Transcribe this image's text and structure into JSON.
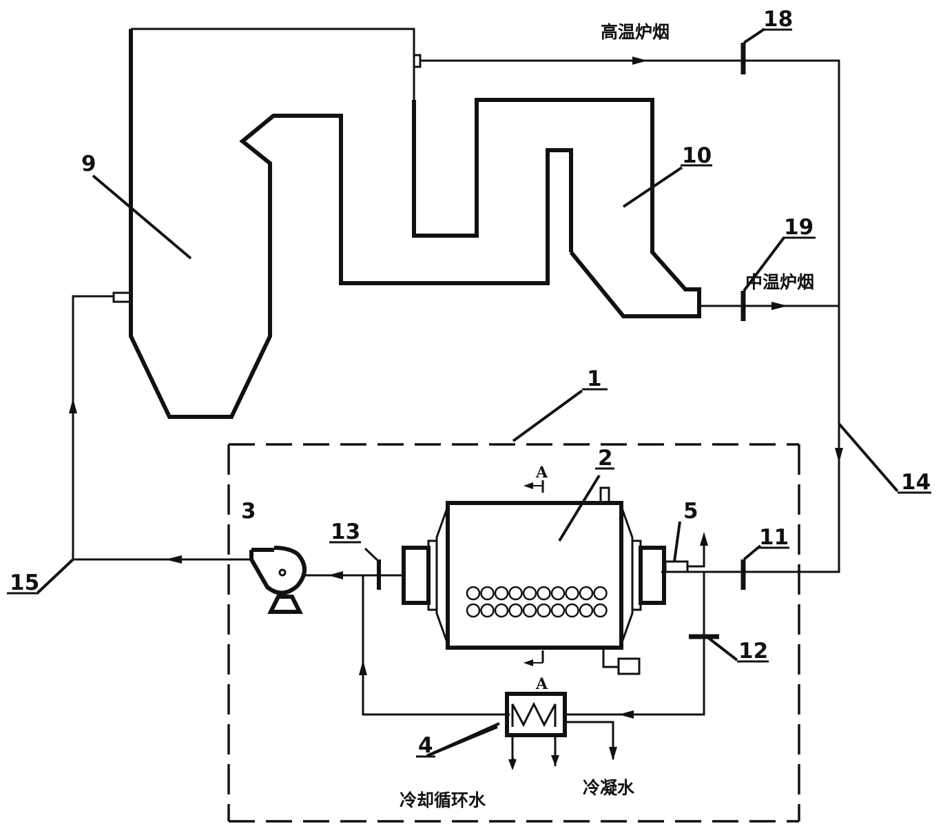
{
  "labels": {
    "boiler": "9",
    "flue": "10",
    "system": "1",
    "dryer": "2",
    "fan": "3",
    "condenser": "4",
    "part5": "5",
    "valve11": "11",
    "valve12": "12",
    "valve13": "13",
    "pipe14": "14",
    "pipe15": "15",
    "valve18": "18",
    "valve19": "19"
  },
  "text": {
    "high_temp_flue_gas": "高温炉烟",
    "mid_temp_flue_gas": "中温炉烟",
    "cooling_circ_water": "冷却循环水",
    "condensate_water": "冷凝水",
    "section_mark": "A"
  }
}
